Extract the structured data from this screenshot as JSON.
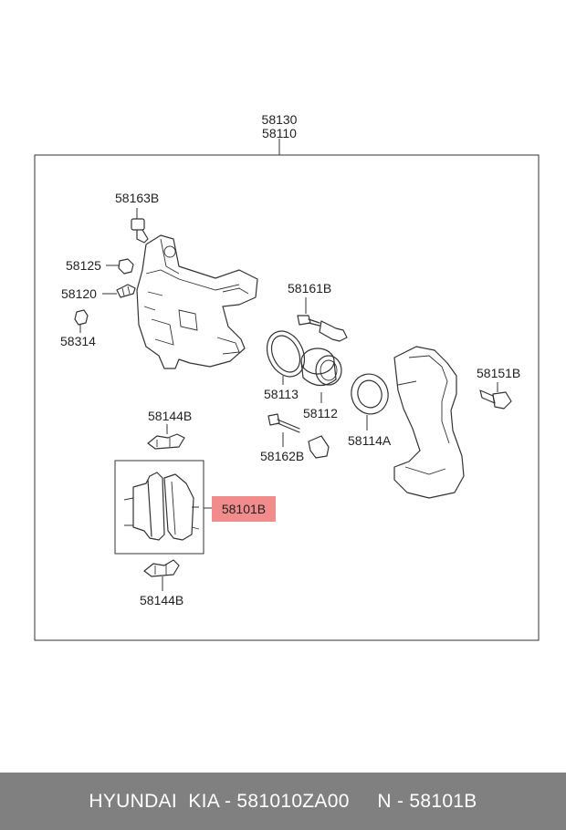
{
  "diagram": {
    "labels": {
      "assy_1": "58130",
      "assy_2": "58110",
      "bolt_58163b": "58163B",
      "cap_58125": "58125",
      "bleeder_58120": "58120",
      "cap_58314": "58314",
      "pin_58161b": "58161B",
      "seal_58113": "58113",
      "piston_58112": "58112",
      "boot_58114a": "58114A",
      "bolt_58151b": "58151B",
      "clip_top_58144b": "58144B",
      "pin_58162b": "58162B",
      "pad_kit_58101b": "58101B",
      "clip_bottom_58144b": "58144B"
    },
    "highlight_color": "#f28b8b"
  },
  "footer": {
    "text": "HYUNDAI  KIA - 581010ZA00     N - 58101B"
  }
}
